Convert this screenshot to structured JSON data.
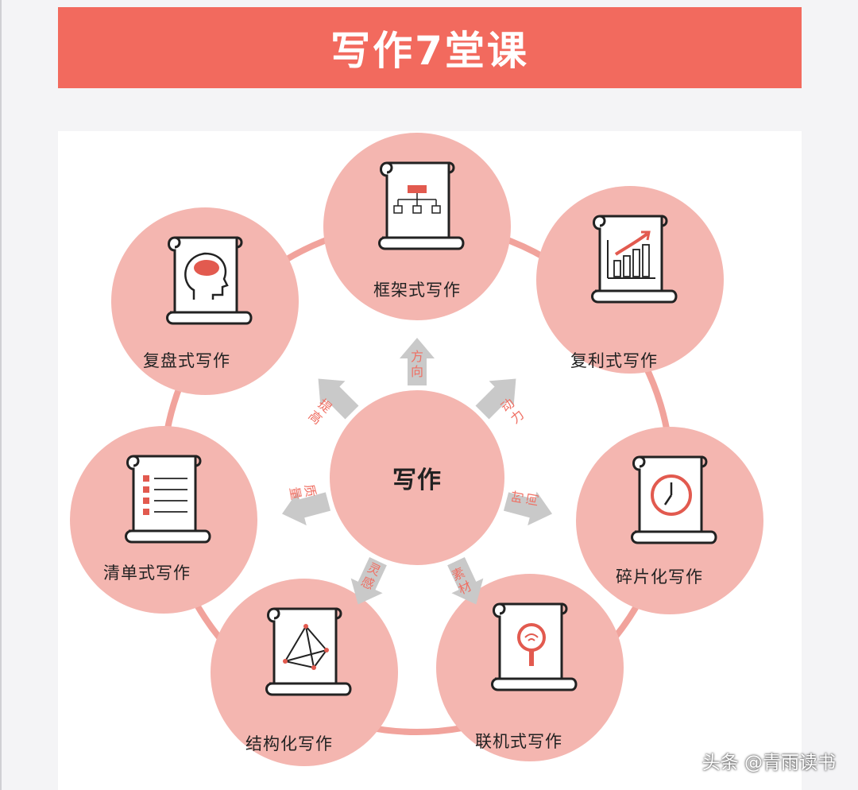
{
  "banner": {
    "title": "写作7堂课"
  },
  "center": {
    "label": "写作"
  },
  "nodes": [
    {
      "label": "框架式写作",
      "icon": "flowchart-icon"
    },
    {
      "label": "复利式写作",
      "icon": "bar-chart-icon"
    },
    {
      "label": "碎片化写作",
      "icon": "clock-icon"
    },
    {
      "label": "联机式写作",
      "icon": "magnifier-wifi-icon"
    },
    {
      "label": "结构化写作",
      "icon": "pyramid-icon"
    },
    {
      "label": "清单式写作",
      "icon": "checklist-icon"
    },
    {
      "label": "复盘式写作",
      "icon": "brain-head-icon"
    }
  ],
  "arrows": [
    {
      "text": "方向"
    },
    {
      "text": "动力"
    },
    {
      "text": "时间"
    },
    {
      "text": "素材"
    },
    {
      "text": "灵感"
    },
    {
      "text": "质量"
    },
    {
      "text": "提高"
    }
  ],
  "watermark": "头条 @青雨读书",
  "colors": {
    "banner": "#f26a5e",
    "circle": "#f4b6b0",
    "ring": "#f1a39c",
    "accent": "#e25a4f",
    "arrow": "#c9c9c9"
  }
}
